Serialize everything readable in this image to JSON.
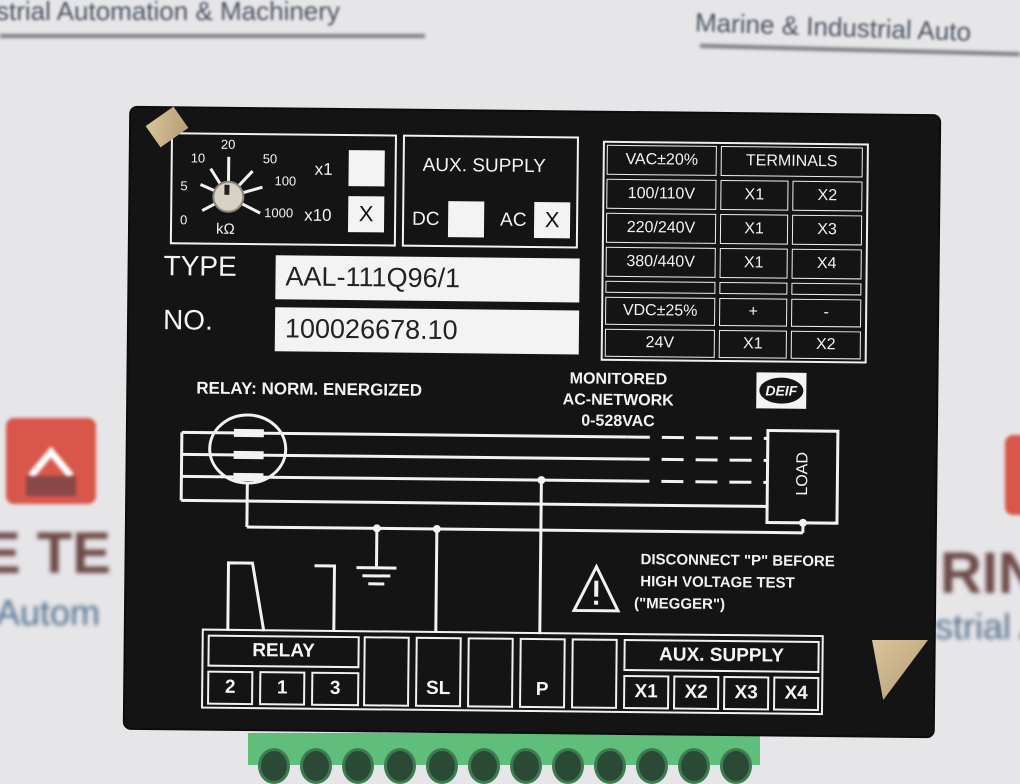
{
  "background": {
    "banner_top_left": "strial Automation & Machinery",
    "banner_top_right": "Marine & Industrial Auto",
    "banner_mid_left_big": "E TE",
    "banner_mid_left_sub": "Autom",
    "banner_mid_right_big": "RIN",
    "banner_mid_right_sub": "strial A",
    "logo_color": "#d8574a"
  },
  "device": {
    "brand": "DEIF",
    "range_dial": {
      "ticks": [
        "0",
        "5",
        "10",
        "20",
        "50",
        "100",
        "1000"
      ],
      "unit": "kΩ",
      "multipliers": [
        {
          "label": "x1",
          "mark": ""
        },
        {
          "label": "x10",
          "mark": "X"
        }
      ]
    },
    "aux_supply_select": {
      "title": "AUX. SUPPLY",
      "options": [
        {
          "label": "DC",
          "mark": ""
        },
        {
          "label": "AC",
          "mark": "X"
        }
      ]
    },
    "type_label": "TYPE",
    "type_value": "AAL-111Q96/1",
    "no_label": "NO.",
    "no_value": "100026678.10",
    "voltage_table": {
      "header_left": "VAC±20%",
      "header_right": "TERMINALS",
      "rows": [
        [
          "100/110V",
          "X1",
          "X2"
        ],
        [
          "220/240V",
          "X1",
          "X3"
        ],
        [
          "380/440V",
          "X1",
          "X4"
        ],
        [
          "",
          "",
          ""
        ],
        [
          "VDC±25%",
          "+",
          "-"
        ],
        [
          "24V",
          "X1",
          "X2"
        ]
      ]
    },
    "relay_mode": "RELAY: NORM. ENERGIZED",
    "monitored": [
      "MONITORED",
      "AC-NETWORK",
      "0-528VAC"
    ],
    "load_label": "LOAD",
    "warning": [
      "DISCONNECT \"P\" BEFORE",
      "HIGH VOLTAGE TEST",
      "(\"MEGGER\")"
    ],
    "terminal_strip": {
      "relay_header": "RELAY",
      "aux_header": "AUX. SUPPLY",
      "terminals": [
        "2",
        "1",
        "3",
        "",
        "SL",
        "",
        "P",
        "",
        "X1",
        "X2",
        "X3",
        "X4"
      ]
    }
  }
}
